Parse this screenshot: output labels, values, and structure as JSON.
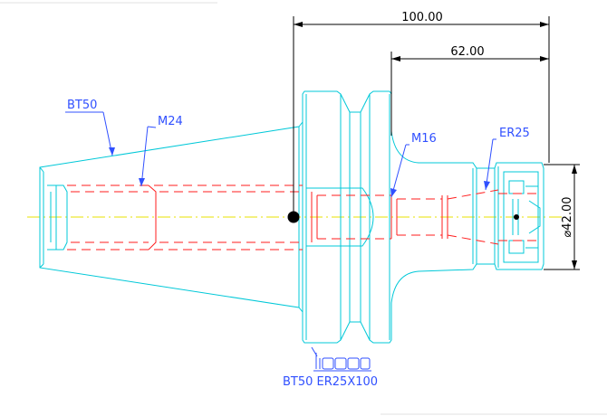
{
  "dimensions": {
    "overall_length": "100.00",
    "collet_length": "62.00",
    "diameter": "⌀42.00"
  },
  "labels": {
    "taper": "BT50",
    "thread_large": "M24",
    "thread_small": "M16",
    "collet": "ER25"
  },
  "logo": {
    "text": "iscar"
  },
  "caption": "BT50  ER25X100",
  "colors": {
    "outline": "#00c8d8",
    "hidden": "#ff1e1e",
    "dimension": "#000000",
    "annotation": "#3050ff",
    "centerline": "#e8e000"
  }
}
